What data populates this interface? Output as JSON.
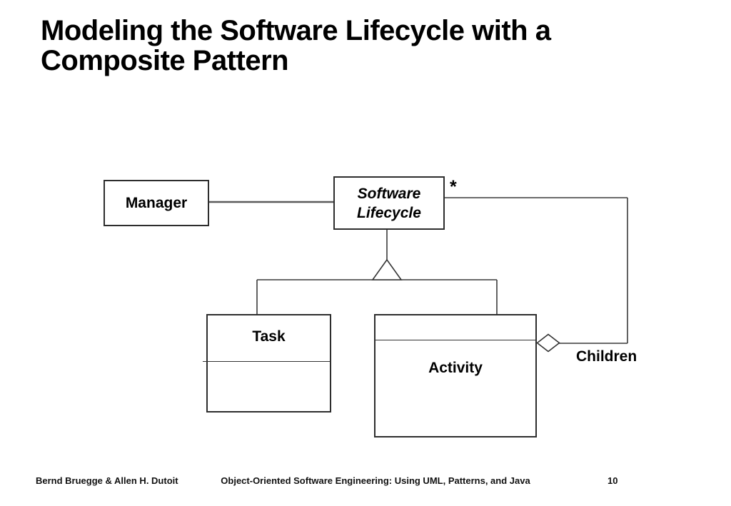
{
  "title": "Modeling the Software Lifecycle with a\nComposite Pattern",
  "diagram": {
    "manager": {
      "label": "Manager"
    },
    "software_lifecycle": {
      "label": "Software\nLifecycle"
    },
    "task": {
      "label": "Task"
    },
    "activity": {
      "label": "Activity"
    },
    "multiplicity_star": "*",
    "children_label": "Children",
    "symbols": {
      "generalization": "hollow-triangle",
      "aggregation": "hollow-diamond"
    }
  },
  "footer": {
    "authors": "Bernd Bruegge & Allen H. Dutoit",
    "book_title": "Object-Oriented Software Engineering: Using UML, Patterns, and Java",
    "page_number": "10"
  },
  "colors": {
    "background": "#ffffff",
    "text": "#000000",
    "box_border": "#2d2d2d",
    "connector_line": "#3a3a3a",
    "association_line": "#5a5a5a"
  }
}
